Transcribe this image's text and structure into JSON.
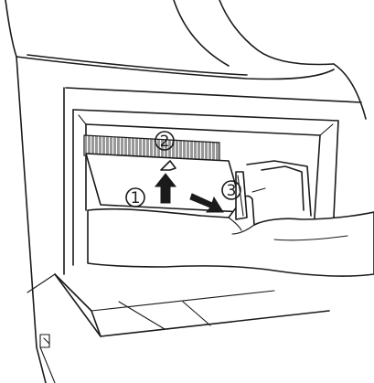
{
  "figure": {
    "steps": [
      {
        "number": "1",
        "arrow": "up"
      },
      {
        "number": "2",
        "arrow": "up"
      },
      {
        "number": "3",
        "arrow": "down-right"
      }
    ]
  }
}
